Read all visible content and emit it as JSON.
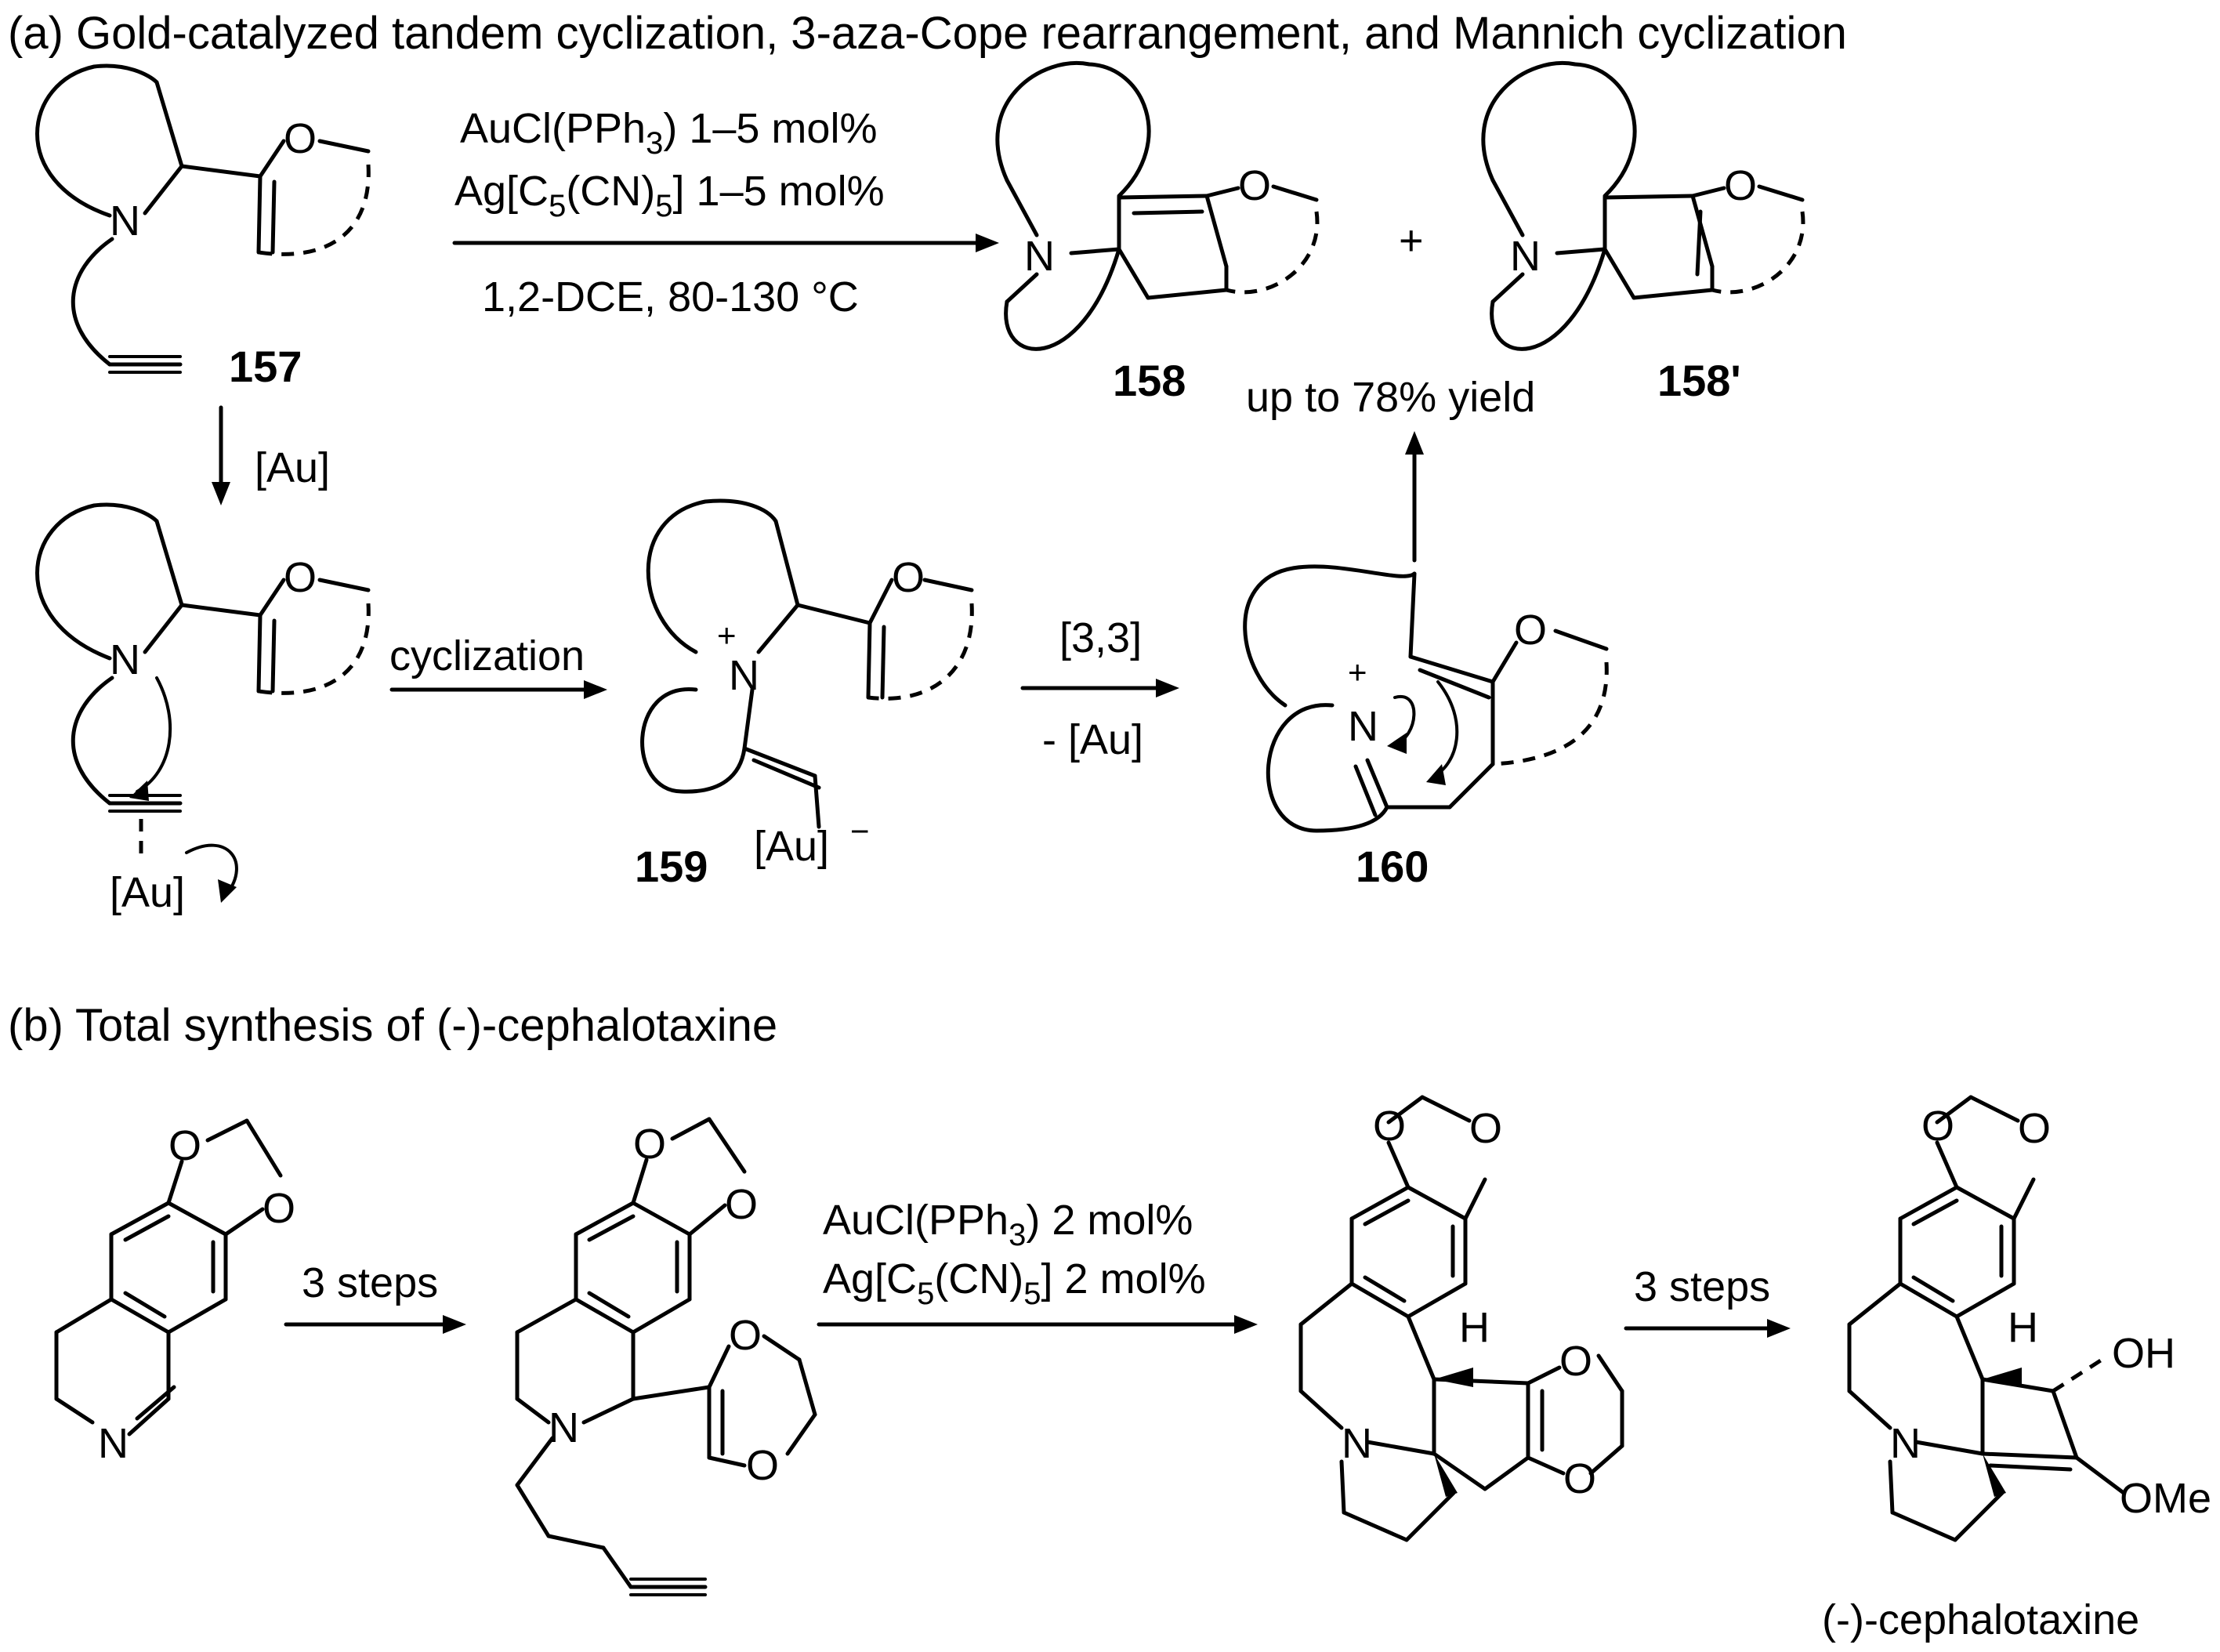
{
  "part_a": {
    "heading": "(a) Gold-catalyzed tandem cyclization, 3-aza-Cope rearrangement, and Mannich cyclization",
    "conditions": {
      "line1": {
        "pre": "AuCl(PPh",
        "sub": "3",
        "post": ") 1–5 mol%"
      },
      "line2": {
        "pre": "Ag[C",
        "sub1": "5",
        "mid": "(CN)",
        "sub2": "5",
        "post": "] 1–5 mol%"
      },
      "line3": "1,2-DCE, 80-130 °C"
    },
    "plus": "+",
    "yield": "up to 78% yield",
    "au_label": "[Au]",
    "cyclization": "cyclization",
    "rearr_top": "[3,3]",
    "rearr_bottom": "- [Au]",
    "compounds": {
      "c157": "157",
      "c158": "158",
      "c158p": "158'",
      "c159": "159",
      "c160": "160"
    },
    "atoms": {
      "N": "N",
      "O": "O",
      "Au": "[Au]",
      "plus": "+",
      "minus": "−"
    }
  },
  "part_b": {
    "heading": "(b) Total synthesis of (-)-cephalotaxine",
    "step1": "3 steps",
    "conditions": {
      "line1": {
        "pre": "AuCl(PPh",
        "sub": "3",
        "post": ") 2 mol%"
      },
      "line2": {
        "pre": "Ag[C",
        "sub1": "5",
        "mid": "(CN)",
        "sub2": "5",
        "post": "] 2 mol%"
      }
    },
    "step3": "3 steps",
    "product": "(-)-cephalotaxine",
    "atoms": {
      "N": "N",
      "O": "O",
      "H": "H",
      "OH": "OH",
      "OMe": "OMe"
    }
  }
}
